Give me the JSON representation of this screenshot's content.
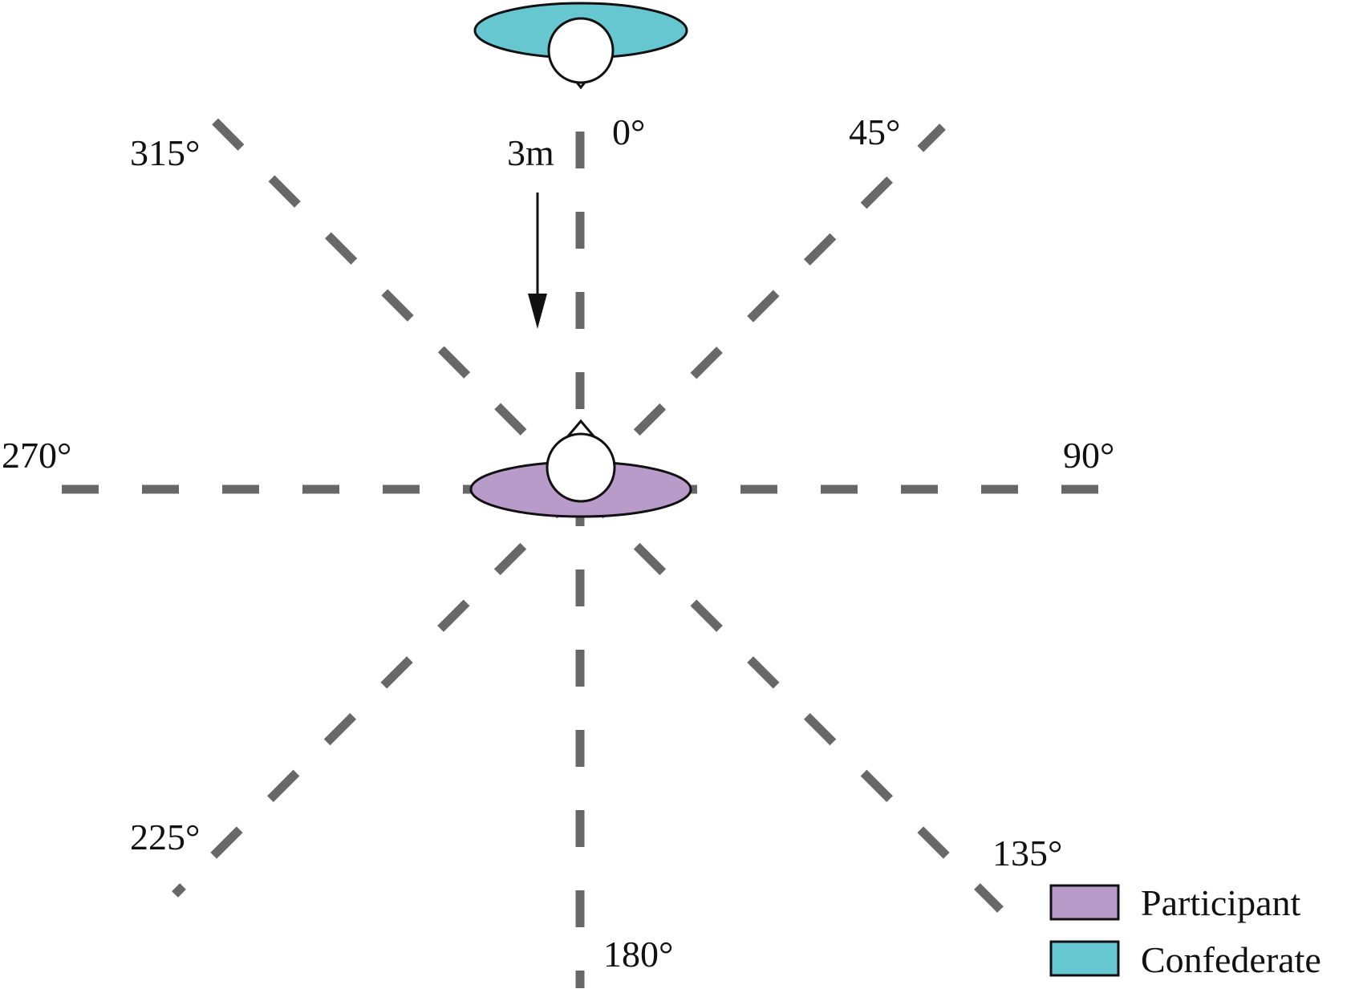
{
  "colors": {
    "participant": "#b99bc9",
    "confederate": "#67c7d1",
    "dashed_line": "#686868"
  },
  "angles": {
    "a0": "0°",
    "a45": "45°",
    "a90": "90°",
    "a135": "135°",
    "a180": "180°",
    "a225": "225°",
    "a270": "270°",
    "a315": "315°"
  },
  "distance": {
    "label": "3m"
  },
  "legend": {
    "items": [
      {
        "label": "Participant",
        "color": "#b99bc9"
      },
      {
        "label": "Confederate",
        "color": "#67c7d1"
      }
    ]
  }
}
